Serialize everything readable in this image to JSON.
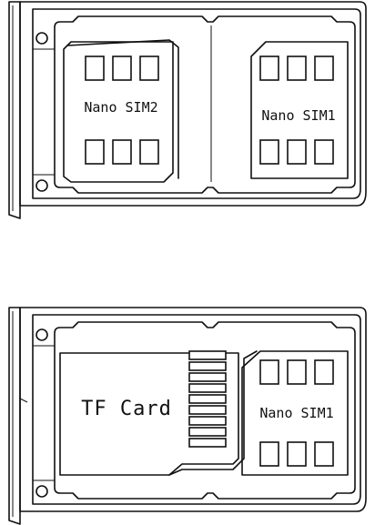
{
  "diagram": {
    "top_tray": {
      "slot_left_label": "Nano SIM2",
      "slot_right_label": "Nano SIM1"
    },
    "bottom_tray": {
      "slot_left_label": "TF Card",
      "slot_right_label": "Nano SIM1"
    },
    "colors": {
      "line": "#111111",
      "background": "#ffffff"
    }
  }
}
